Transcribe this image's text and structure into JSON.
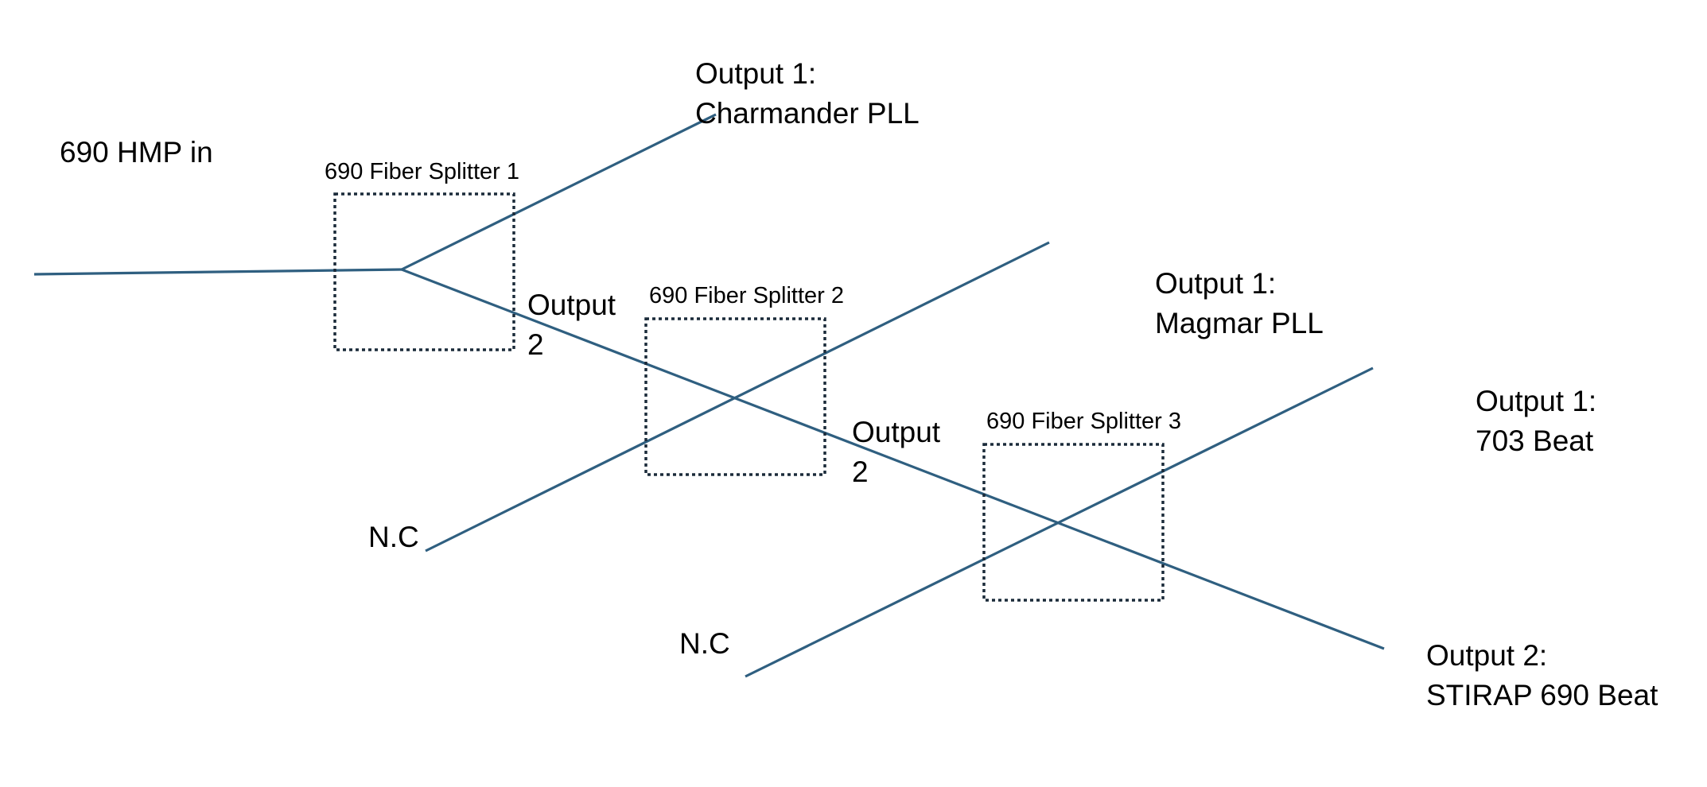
{
  "diagram": {
    "title": "690 fiber splitter chain",
    "line_color": "#2f5f80",
    "box_color": "#1b2b3a",
    "input": {
      "label": "690 HMP in"
    },
    "splitters": [
      {
        "label": "690 Fiber Splitter 1",
        "output1": [
          "Output 1:",
          "Charmander PLL"
        ],
        "output2": [
          "Output",
          "2"
        ]
      },
      {
        "label": "690 Fiber Splitter 2",
        "unused_input": "N.C",
        "output1": [
          "Output 1:",
          "Magmar PLL"
        ],
        "output2": [
          "Output",
          "2"
        ]
      },
      {
        "label": "690 Fiber Splitter 3",
        "unused_input": "N.C",
        "output1": [
          "Output 1:",
          "703 Beat"
        ],
        "output2": [
          "Output 2:",
          "STIRAP 690 Beat"
        ]
      }
    ]
  }
}
